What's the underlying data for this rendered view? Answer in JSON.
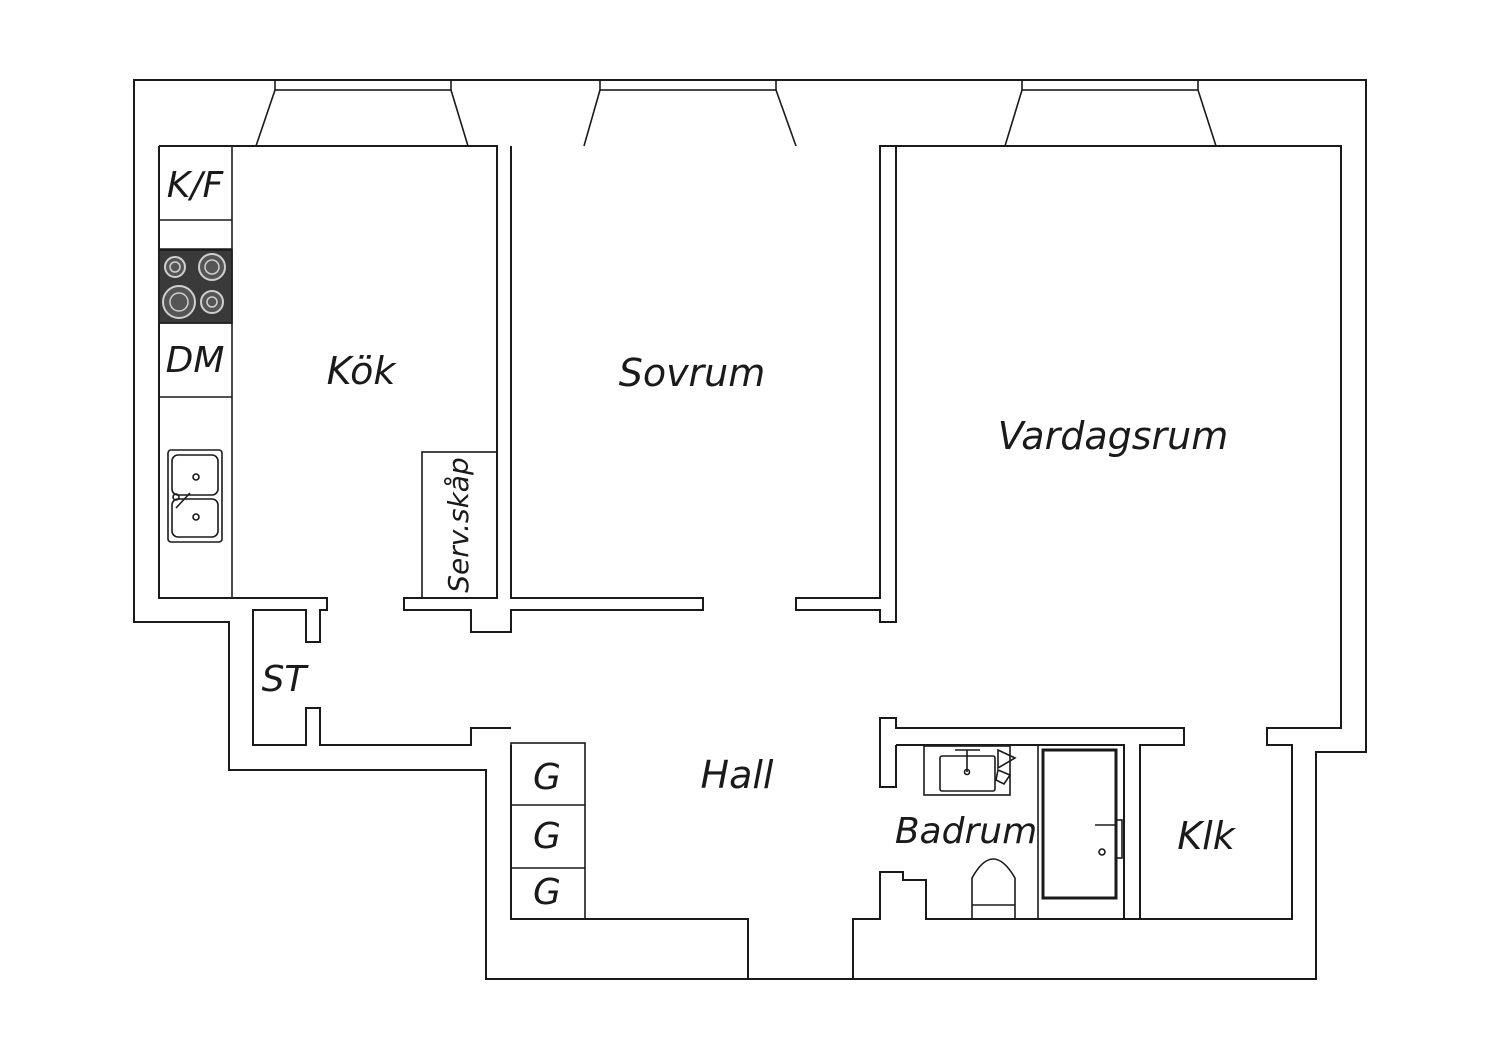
{
  "rooms": {
    "kitchen": "Kök",
    "bedroom": "Sovrum",
    "living_room": "Vardagsrum",
    "hall": "Hall",
    "bathroom": "Badrum",
    "walk_in_closet": "Klk",
    "storage": "ST",
    "service_cabinet": "Serv.skåp"
  },
  "fixtures": {
    "fridge_freezer": "K/F",
    "dishwasher": "DM",
    "wardrobe_1": "G",
    "wardrobe_2": "G",
    "wardrobe_3": "G"
  },
  "colors": {
    "line": "#1a1a1a",
    "stove_fill": "#3a3a3a",
    "background": "#ffffff"
  }
}
